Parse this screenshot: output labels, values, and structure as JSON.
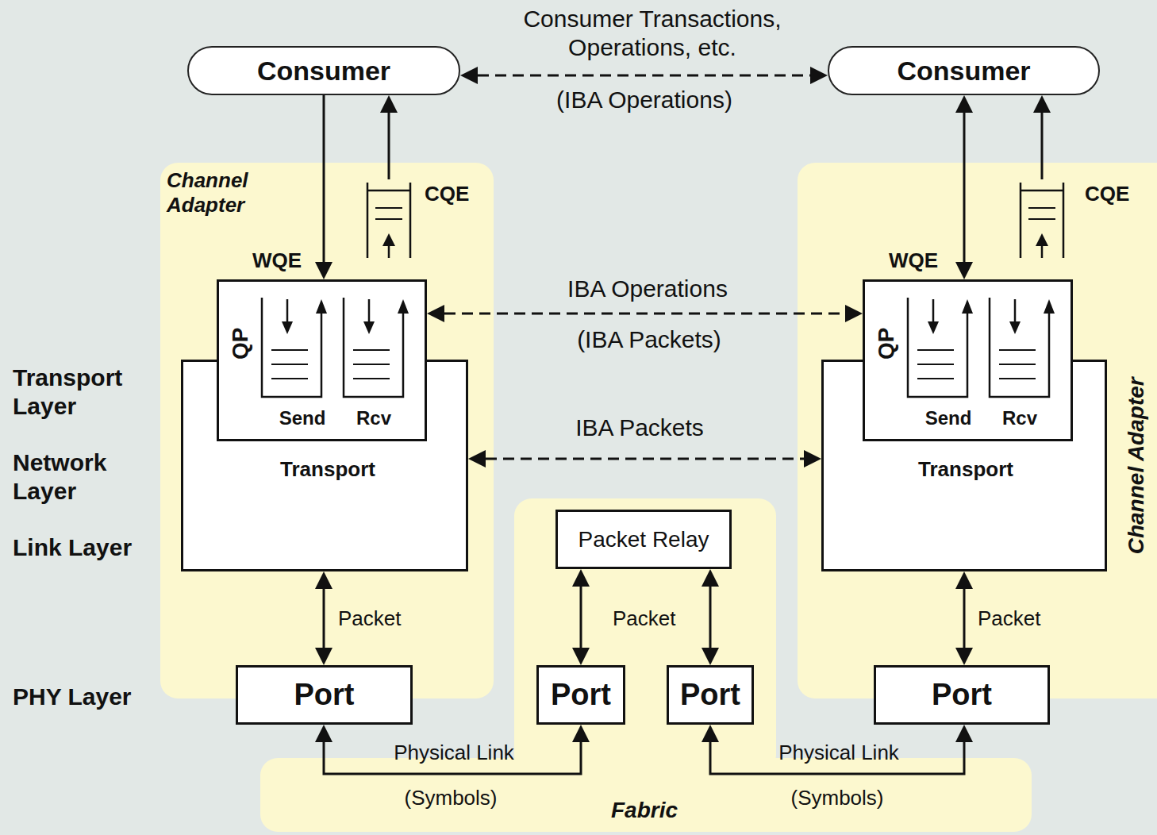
{
  "diagram": {
    "nodes": [
      {
        "text": [
          "Consumer"
        ]
      },
      {
        "text": [
          "Consumer"
        ]
      },
      {
        "text": [
          "Channel Adapter"
        ]
      },
      {
        "text": [
          "CQE"
        ],
        "in": 2
      },
      {
        "text": [
          "Transport"
        ],
        "in": 2
      },
      {
        "text": [
          "QP",
          "Send",
          "Rcv"
        ],
        "in": 2
      },
      {
        "text": [
          "Port"
        ],
        "in": 2
      },
      {
        "text": [
          "Channel Adapter"
        ]
      },
      {
        "text": [
          "CQE"
        ],
        "in": 7
      },
      {
        "text": [
          "Transport"
        ],
        "in": 7
      },
      {
        "text": [
          "QP",
          "Send",
          "Rcv"
        ],
        "in": 7
      },
      {
        "text": [
          "Port"
        ],
        "in": 7
      },
      {
        "text": [
          "Fabric"
        ]
      },
      {
        "text": [
          "Packet Relay"
        ],
        "in": 12
      },
      {
        "text": [
          "Port"
        ],
        "in": 12
      },
      {
        "text": [
          "Port"
        ],
        "in": 12
      }
    ],
    "edges": [
      {
        "from": 0,
        "to": 5,
        "arrow": "to"
      },
      {
        "from": 3,
        "to": 0,
        "arrow": "to"
      },
      {
        "from": 1,
        "to": 10,
        "arrow": "both"
      },
      {
        "from": 8,
        "to": 1,
        "arrow": "to"
      },
      {
        "from": 0,
        "to": 1,
        "arrow": "both",
        "label": "Consumer Transactions, Operations, etc."
      },
      {
        "from": 5,
        "to": 10,
        "arrow": "both",
        "label": "IBA Operations"
      },
      {
        "from": 4,
        "to": 9,
        "arrow": "both",
        "label": "IBA Packets"
      },
      {
        "from": 4,
        "to": 6,
        "arrow": "both",
        "label": "Packet"
      },
      {
        "from": 13,
        "to": 14,
        "arrow": "both",
        "label": "Packet"
      },
      {
        "from": 13,
        "to": 15,
        "arrow": "both"
      },
      {
        "from": 9,
        "to": 11,
        "arrow": "both",
        "label": "Packet"
      },
      {
        "from": 6,
        "to": 14,
        "arrow": "both",
        "label": "Physical Link"
      },
      {
        "from": 15,
        "to": 11,
        "arrow": "both",
        "label": "Physical Link"
      }
    ],
    "labels": [
      "(IBA Operations)",
      "WQE",
      "WQE",
      "(IBA Packets)",
      "Transport Layer",
      "Network Layer",
      "Link Layer",
      "PHY Layer",
      "(Symbols)",
      "(Symbols)"
    ]
  }
}
